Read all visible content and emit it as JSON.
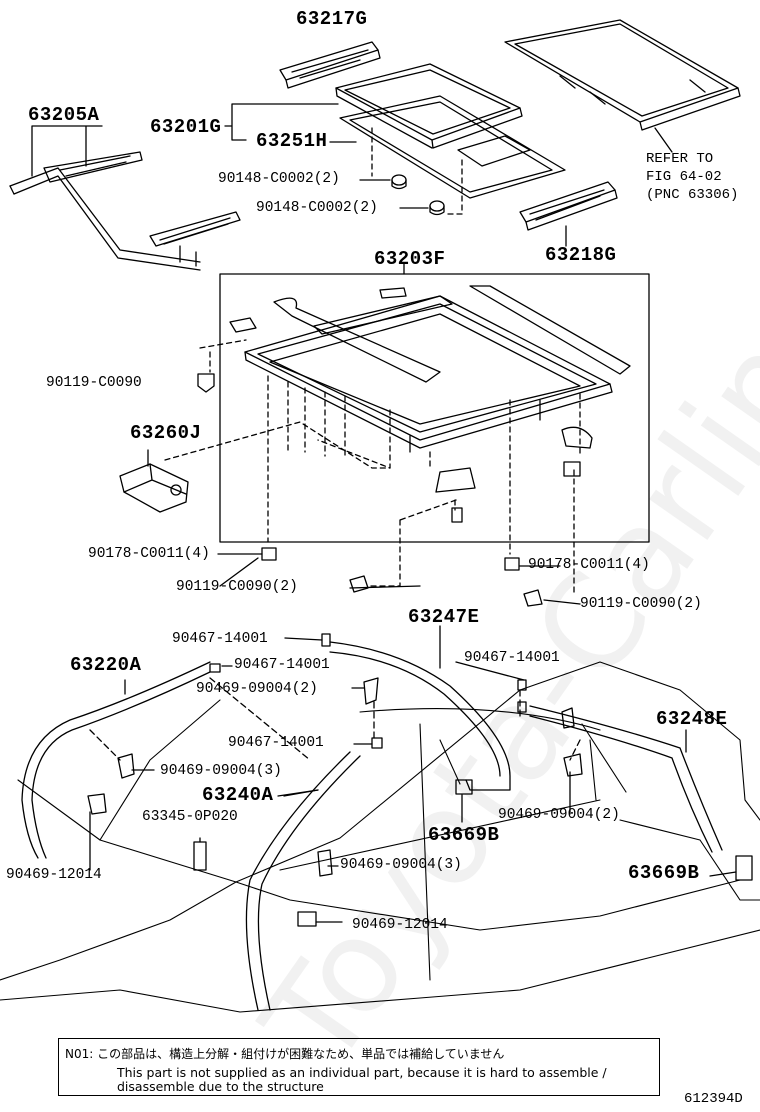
{
  "parts": {
    "p63217G": "63217G",
    "p63205A": "63205A",
    "p63201G": "63201G",
    "p63251H": "63251H",
    "p90148_1": "90148-C0002(2)",
    "p90148_2": "90148-C0002(2)",
    "p63218G": "63218G",
    "p63203F": "63203F",
    "p90119_a": "90119-C0090",
    "p63260J": "63260J",
    "p90178_a": "90178-C0011(4)",
    "p90119_b": "90119-C0090(2)",
    "p90178_b": "90178-C0011(4)",
    "p90119_c": "90119-C0090(2)",
    "p63247E": "63247E",
    "p90467_a": "90467-14001",
    "p90467_b": "90467-14001",
    "p63220A": "63220A",
    "p90469_09004_a": "90469-09004(2)",
    "p90467_c": "90467-14001",
    "p90467_d": "90467-14001",
    "p63248E": "63248E",
    "p90469_09004_b": "90469-09004(3)",
    "p63240A": "63240A",
    "p63345": "63345-0P020",
    "p90469_09004_c": "90469-09004(2)",
    "p63669B_a": "63669B",
    "p90469_12014_a": "90469-12014",
    "p90469_09004_d": "90469-09004(3)",
    "p63669B_b": "63669B",
    "p90469_12014_b": "90469-12014"
  },
  "refer": {
    "line1": "REFER TO",
    "line2": "FIG 64-02",
    "line3": "(PNC 63306)"
  },
  "note": {
    "jp": "N01: この部品は、構造上分解・組付けが困難なため、単品では補給していません",
    "en1": "This part is not supplied as an individual part, because it is hard to assemble /",
    "en2": "disassemble due to the structure"
  },
  "figure_id": "612394D",
  "watermark": "Toyota-Carline.ru"
}
